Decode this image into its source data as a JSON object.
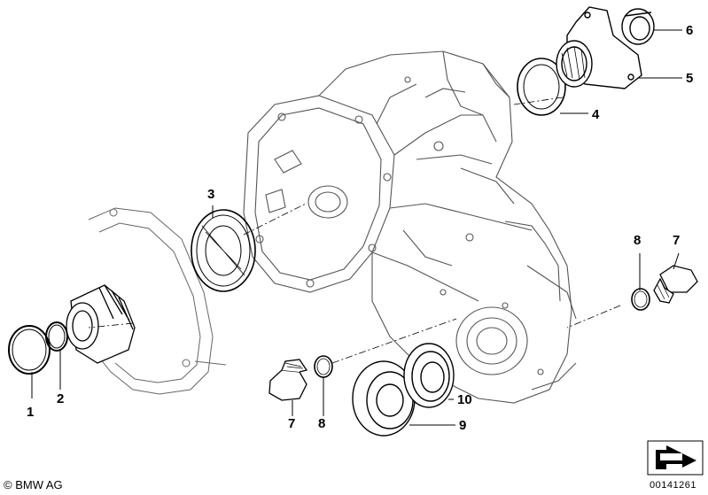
{
  "callouts": [
    {
      "id": "c1",
      "text": "1"
    },
    {
      "id": "c2",
      "text": "2"
    },
    {
      "id": "c3",
      "text": "3"
    },
    {
      "id": "c4",
      "text": "4"
    },
    {
      "id": "c5",
      "text": "5"
    },
    {
      "id": "c6",
      "text": "6"
    },
    {
      "id": "c7a",
      "text": "7"
    },
    {
      "id": "c8a",
      "text": "8"
    },
    {
      "id": "c7b",
      "text": "7"
    },
    {
      "id": "c8b",
      "text": "8"
    },
    {
      "id": "c9",
      "text": "9"
    },
    {
      "id": "c10",
      "text": "10"
    }
  ],
  "footer": {
    "copyright": "© BMW AG",
    "document_number": "00141261"
  },
  "icons": {
    "corner_symbol": "arrow-in-box-icon"
  }
}
